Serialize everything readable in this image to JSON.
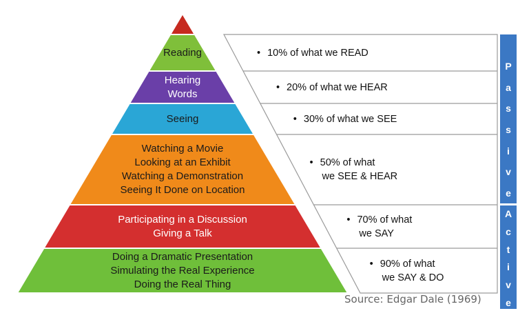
{
  "pyramid": {
    "levels": [
      {
        "id": "apex",
        "lines": [],
        "color": "#c62a1f",
        "text_color": "#ffffff"
      },
      {
        "id": "reading",
        "lines": [
          "Reading"
        ],
        "color": "#7fbf3a",
        "text_color": "#1a1a1a"
      },
      {
        "id": "hearing",
        "lines": [
          "Hearing",
          "Words"
        ],
        "color": "#6a3fa8",
        "text_color": "#ffffff"
      },
      {
        "id": "seeing",
        "lines": [
          "Seeing"
        ],
        "color": "#2aa6d6",
        "text_color": "#1a1a1a"
      },
      {
        "id": "watching",
        "lines": [
          "Watching a Movie",
          "Looking at an Exhibit",
          "Watching a Demonstration",
          "Seeing It Done on Location"
        ],
        "color": "#f08a1a",
        "text_color": "#1a1a1a"
      },
      {
        "id": "participating",
        "lines": [
          "Participating in a Discussion",
          "Giving a Talk"
        ],
        "color": "#d42f2f",
        "text_color": "#ffffff"
      },
      {
        "id": "doing",
        "lines": [
          "Doing a Dramatic Presentation",
          "Simulating the Real Experience",
          "Doing the Real Thing"
        ],
        "color": "#6fbf3a",
        "text_color": "#1a1a1a"
      }
    ]
  },
  "retention": {
    "rows": [
      {
        "lines": [
          "10% of what we READ"
        ]
      },
      {
        "lines": [
          "20% of what we HEAR"
        ]
      },
      {
        "lines": [
          "30% of what we SEE"
        ]
      },
      {
        "lines": [
          "50% of what",
          "we SEE & HEAR"
        ]
      },
      {
        "lines": [
          "70% of what",
          "we SAY"
        ]
      },
      {
        "lines": [
          "90% of what",
          "we SAY & DO"
        ]
      }
    ],
    "bullet": "•"
  },
  "sidebar": {
    "passive": "Passive",
    "active": "Active",
    "color": "#3b78c4"
  },
  "source": "Source: Edgar Dale (1969)"
}
